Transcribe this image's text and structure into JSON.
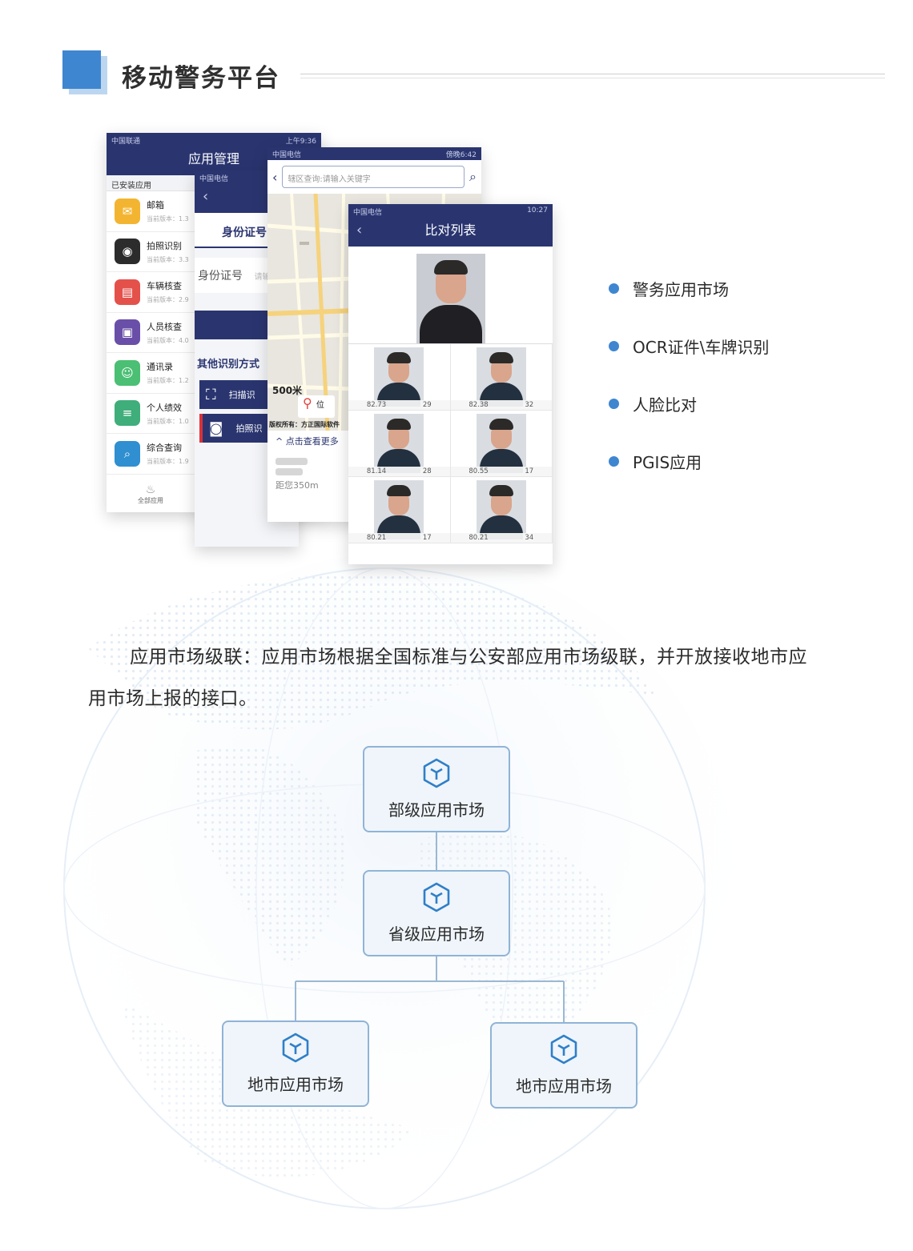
{
  "header": {
    "title": "移动警务平台"
  },
  "phone1": {
    "status_left": "中国联通",
    "status_right": "上午9:36",
    "title": "应用管理",
    "section": "已安装应用",
    "apps": [
      {
        "name": "邮箱",
        "version": "当前版本：1.3",
        "color": "#f3b531",
        "icon": "✉"
      },
      {
        "name": "拍照识别",
        "version": "当前版本：3.3",
        "color": "#2c2c2c",
        "icon": "◉"
      },
      {
        "name": "车辆核查",
        "version": "当前版本：2.9",
        "color": "#e4514b",
        "icon": "▤"
      },
      {
        "name": "人员核查",
        "version": "当前版本：4.0",
        "color": "#6a4fa8",
        "icon": "▣"
      },
      {
        "name": "通讯录",
        "version": "当前版本：1.2",
        "color": "#4bbf73",
        "icon": "☺"
      },
      {
        "name": "个人绩效",
        "version": "当前版本：1.0",
        "color": "#3fae7a",
        "icon": "≡"
      },
      {
        "name": "综合查询",
        "version": "当前版本：1.9",
        "color": "#2f8fd0",
        "icon": "⌕"
      }
    ],
    "tab_label": "全部应用"
  },
  "phone2": {
    "status_left": "中国电信",
    "tab": "身份证号",
    "field_label": "身份证号",
    "field_placeholder": "请输",
    "other_methods": "其他识别方式",
    "opt_scan": "扫描识",
    "opt_photo": "拍照识"
  },
  "phone3": {
    "status_left": "中国电信",
    "status_right": "傍晚6:42",
    "search_placeholder": "辖区查询:请输入关键字",
    "scale": "500米",
    "copyright": "版权所有：方正国际软件",
    "pin_label": "位",
    "more": "^ 点击查看更多",
    "distance": "距您350m"
  },
  "phone4": {
    "status_left": "中国电信",
    "status_right": "10:27",
    "title": "比对列表",
    "results": [
      {
        "score": "82.73",
        "age": "29"
      },
      {
        "score": "82.38",
        "age": "32"
      },
      {
        "score": "81.14",
        "age": "28"
      },
      {
        "score": "80.55",
        "age": "17"
      },
      {
        "score": "80.21",
        "age": "17"
      },
      {
        "score": "80.21",
        "age": "34"
      }
    ]
  },
  "features": [
    "警务应用市场",
    "OCR证件\\车牌识别",
    "人脸比对",
    "PGIS应用"
  ],
  "paragraph": "应用市场级联：应用市场根据全国标准与公安部应用市场级联，并开放接收地市应用市场上报的接口。",
  "diagram": {
    "top": "部级应用市场",
    "middle": "省级应用市场",
    "left": "地市应用市场",
    "right": "地市应用市场"
  },
  "colors": {
    "accent": "#3f86d0",
    "nav": "#2a3570",
    "node_border": "#8fb4d6"
  }
}
